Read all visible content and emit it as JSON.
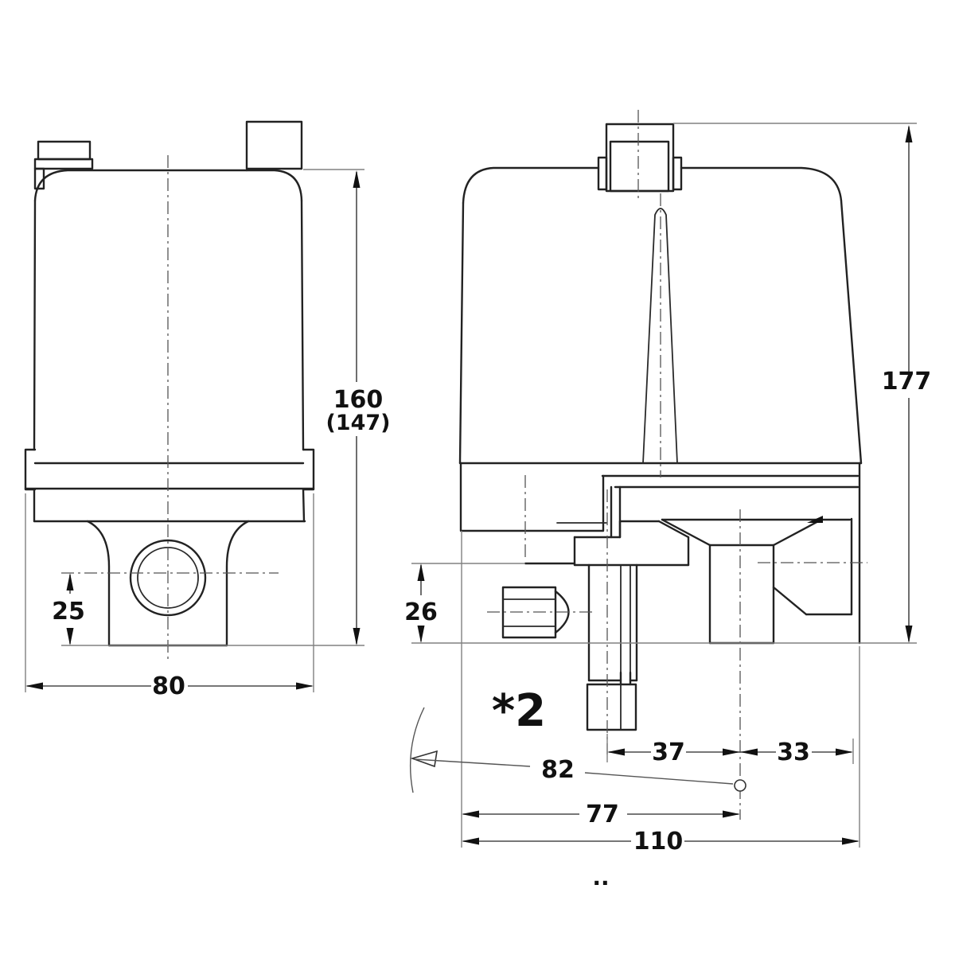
{
  "drawing": {
    "title": "pressure-switch-dimension-drawing",
    "front_view": {
      "dims": {
        "height": "160",
        "height_alt": "(147)",
        "port_center_to_base": "25",
        "width": "80"
      }
    },
    "side_view": {
      "dims": {
        "total_height": "177",
        "knob_center_to_base": "26",
        "spindle_to_diaphragm": "37",
        "diaphragm_to_edge": "33",
        "lever_radius": "82",
        "front_to_diaphragm": "77",
        "total_depth": "110"
      },
      "note": "*2",
      "footnote_mark": ".."
    },
    "colors": {
      "line": "#222222",
      "extension_line": "#808080",
      "text": "#111111",
      "background": "#ffffff"
    }
  }
}
